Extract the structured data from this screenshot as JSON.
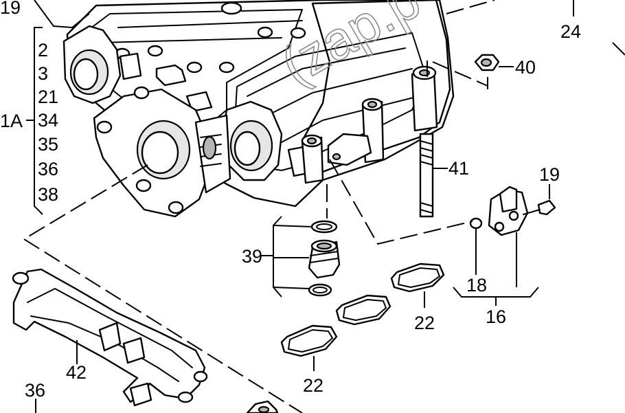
{
  "watermark": "(zap.p",
  "labels": {
    "l19_top": "19",
    "l24": "24",
    "l40": "40",
    "l41": "41",
    "l19_right": "19",
    "l18": "18",
    "l16": "16",
    "l22_right": "22",
    "l22_bottom": "22",
    "l39": "39",
    "l42": "42",
    "l36_bottom": "36",
    "l1A": "1A",
    "group_1A": [
      "2",
      "3",
      "21",
      "34",
      "35",
      "36",
      "38"
    ]
  }
}
